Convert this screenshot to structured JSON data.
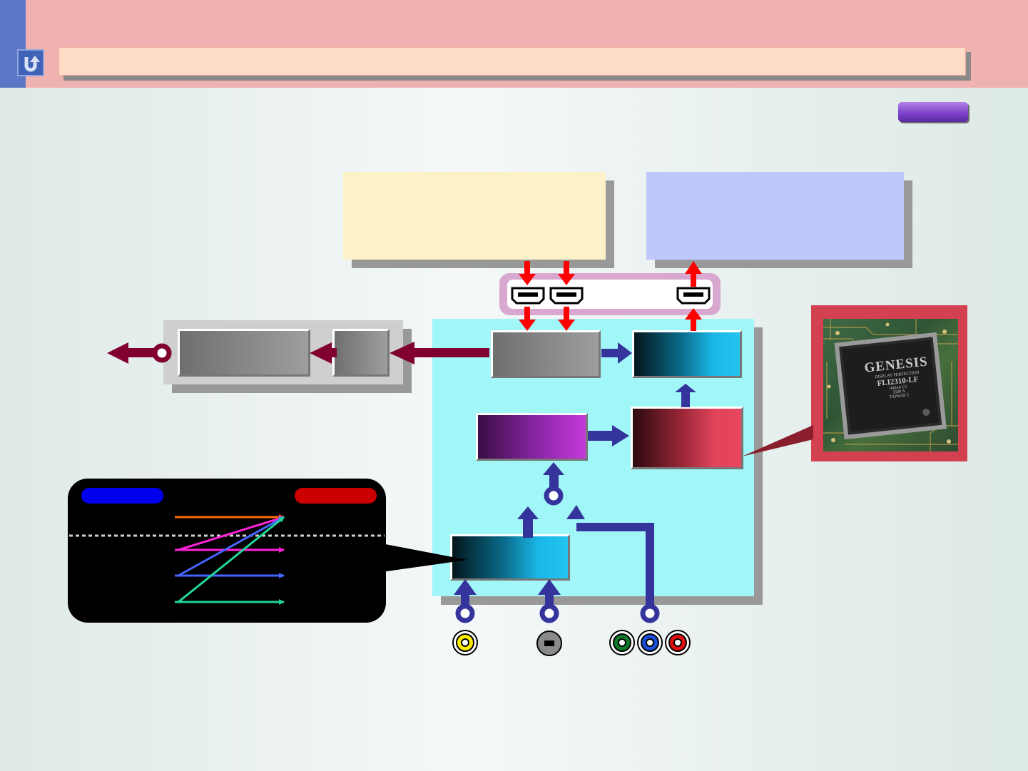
{
  "header": {
    "title": "",
    "back_icon": "return-arrow-icon"
  },
  "colors": {
    "header_bg": "#f0b1b1",
    "header_accent": "#5b77c6",
    "panel_cyan": "#a1f6f8",
    "hdmi_arrow": "#ff0000",
    "signal_arrow": "#35349c",
    "output_arrow": "#800030"
  },
  "photo": {
    "chip_brand": "GENESIS",
    "chip_sub": "DISPLAY PERFECTION",
    "chip_part": "FLI2310-LF",
    "chip_lines": [
      "0404A C1",
      "3509 A",
      "TAIWAN T"
    ]
  },
  "connectors": [
    "composite-jack-yellow",
    "s-video-jack",
    "component-jack-green",
    "component-jack-blue",
    "component-jack-red"
  ]
}
